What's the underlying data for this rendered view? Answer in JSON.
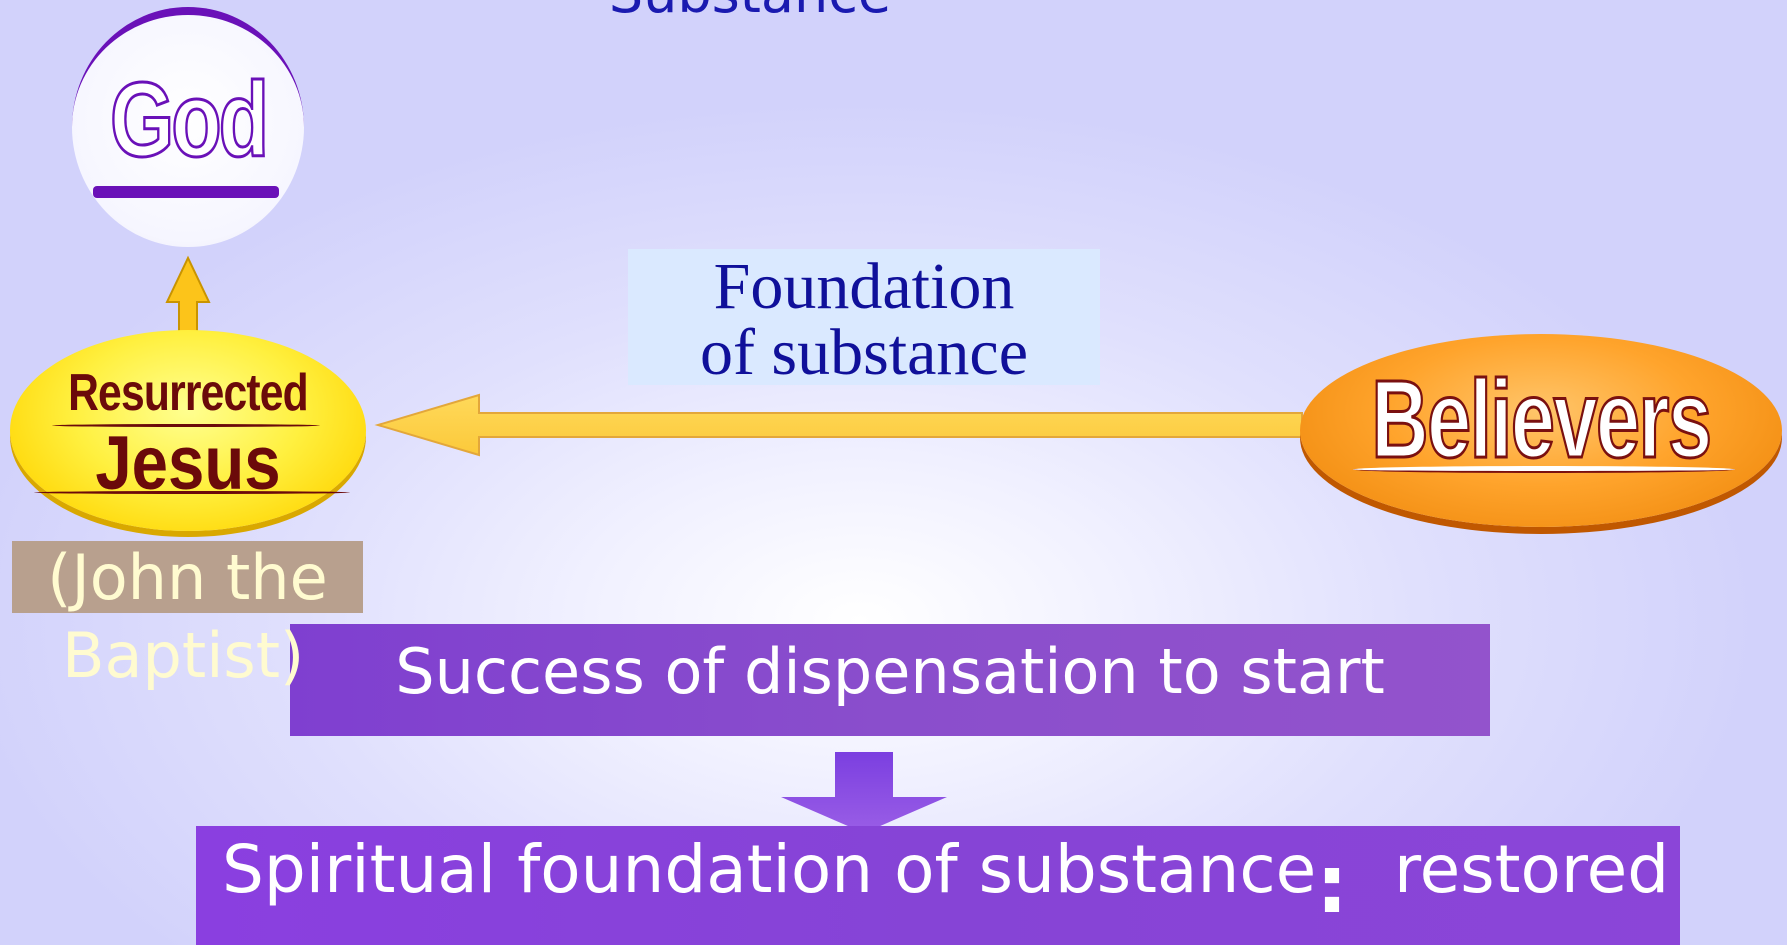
{
  "diagram": {
    "top_title": "Substance",
    "god_label": "God",
    "jesus_line1": "Resurrected",
    "jesus_line2": "Jesus",
    "john_line1": "(John the",
    "john_line2": "Baptist)",
    "foundation_line1": "Foundation",
    "foundation_line2": "of substance",
    "believers_label": "Believers",
    "success_label": "Success of dispensation to start",
    "spiritual_label": "Spiritual foundation of substance",
    "separator": ":",
    "restored_label": "restored"
  },
  "colors": {
    "background": "#d9d9fd",
    "god_purple": "#6a11b8",
    "jesus_yellow": "#ffe41a",
    "jesus_text": "#6b0a0a",
    "believers_orange": "#f59a1c",
    "arrow_yellow": "#fcd34d",
    "box_purple": "#8644d6",
    "foundation_box": "#dae9ff",
    "foundation_text": "#10109a"
  }
}
